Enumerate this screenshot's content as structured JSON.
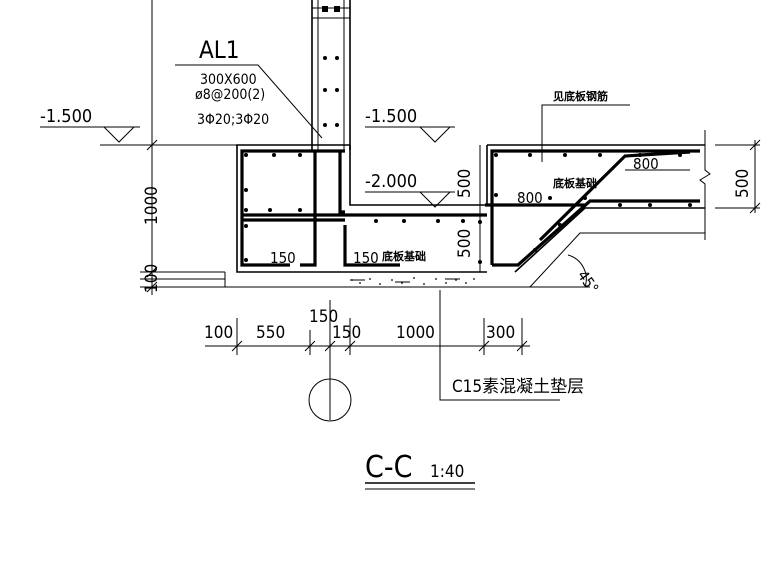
{
  "beam": {
    "label": "AL1",
    "size": "300X600",
    "stirrup": "ø8@200(2)",
    "bars": "3Φ20;3Φ20"
  },
  "levels": {
    "left": "-1.500",
    "mid": "-1.500",
    "low": "-2.000"
  },
  "notes": {
    "see_slab_rebar": "见底板钢筋",
    "slab_foundation_right": "底板基础",
    "slab_foundation_center": "底板基础",
    "cushion": "C15素混凝土垫层"
  },
  "dims": {
    "left_height": "1000",
    "left_bottom": "100",
    "bottom_100": "100",
    "bottom_550": "550",
    "bottom_150a": "150",
    "bottom_150b": "150",
    "bottom_1000": "1000",
    "bottom_300": "300",
    "inner_150_left": "150",
    "inner_150_right": "150",
    "mid_500_upper": "500",
    "mid_500_lower": "500",
    "right_500": "500",
    "slope_800_top": "800",
    "slope_800_bottom": "800",
    "angle": "45°"
  },
  "title": {
    "name": "C-C",
    "scale": "1:40"
  }
}
